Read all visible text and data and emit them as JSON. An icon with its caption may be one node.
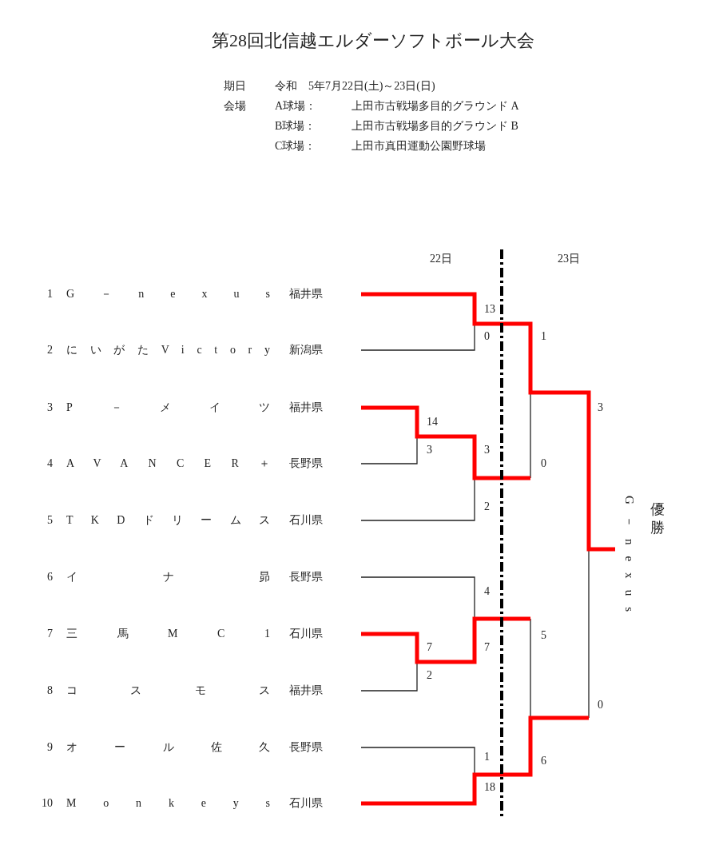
{
  "diagram": {
    "title": "第28回北信越エルダーソフトボール大会",
    "labels": [
      "期日",
      "令和　5年7月22日(土)～23日(日)",
      "会場",
      "A球場：",
      "上田市古戦場多目的グラウンド A",
      "B球場：",
      "上田市古戦場多目的グラウンド B",
      "C球場：",
      "上田市真田運動公園野球場",
      "22日",
      "23日",
      "1",
      "G－nexus",
      "福井県",
      "2",
      "にいがたVictory",
      "新潟県",
      "3",
      "P－メイツ",
      "福井県",
      "4",
      "AVANCER＋",
      "長野県",
      "5",
      "TKDドリームス",
      "石川県",
      "6",
      "イナ昴",
      "長野県",
      "7",
      "三馬MC1",
      "石川県",
      "8",
      "コスモス",
      "福井県",
      "9",
      "オール佐久",
      "長野県",
      "10",
      "Monkeys",
      "石川県",
      "13",
      "0",
      "1",
      "3",
      "14",
      "3",
      "3",
      "0",
      "2",
      "4",
      "5",
      "7",
      "7",
      "2",
      "0",
      "1",
      "6",
      "18",
      "優勝",
      "G－nexus"
    ]
  }
}
